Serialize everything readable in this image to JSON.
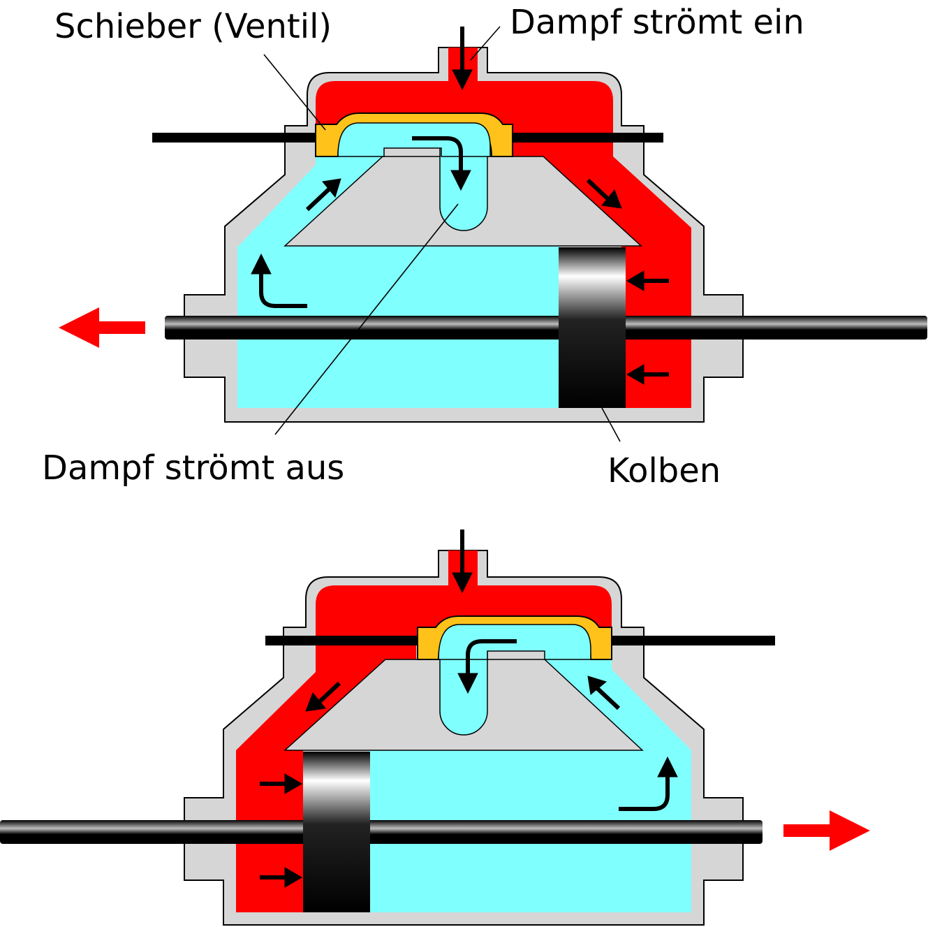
{
  "labels": {
    "slide_valve": "Schieber (Ventil)",
    "steam_in": "Dampf strömt ein",
    "steam_out": "Dampf strömt aus",
    "piston": "Kolben"
  },
  "colors": {
    "live_steam": "#ff0000",
    "exhaust_steam": "#80ffff",
    "casing": "#d6d6d6",
    "valve": "#ffc21a",
    "rod": "#000000",
    "motion_arrow": "#ff0000"
  },
  "icons": {
    "flow_arrow": "arrow-icon",
    "motion_arrow": "red-arrow-icon"
  }
}
